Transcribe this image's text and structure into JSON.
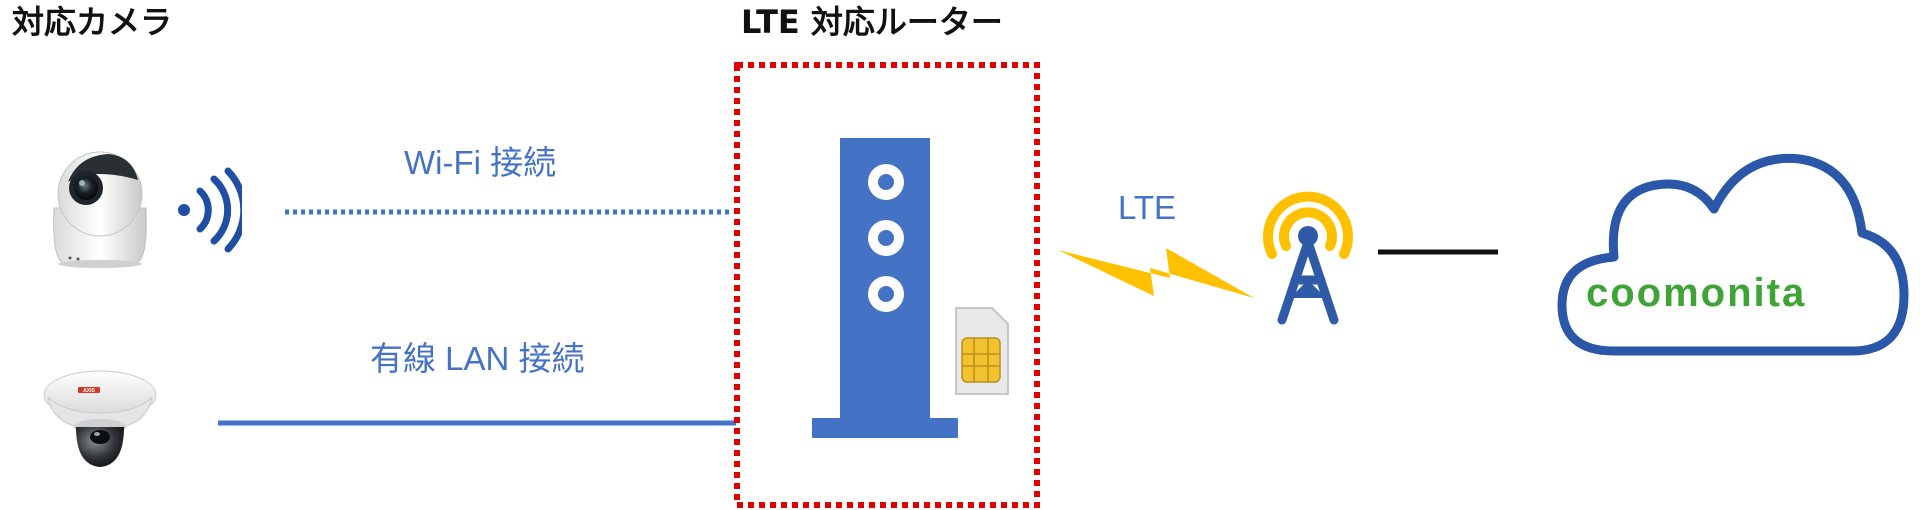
{
  "headings": {
    "cameras": "対応カメラ",
    "router": "LTE 対応ルーター"
  },
  "connections": {
    "wifi_label": "Wi-Fi 接続",
    "wired_label": "有線 LAN 接続",
    "lte_label": "LTE"
  },
  "cloud": {
    "brand": "coomonita"
  },
  "camera2_logo": "AXIS",
  "colors": {
    "link_blue": "#4472c4",
    "router_blue": "#4472c4",
    "frame_red": "#e00000",
    "lte_yellow": "#ffc000",
    "tower_blue": "#2f5aa8",
    "cloud_blue": "#2a57a8",
    "brand_green": "#3fa336",
    "sim_gold": "#f2c230"
  },
  "icons": [
    "dome-camera-icon",
    "ptz-camera-icon",
    "wifi-signal-icon",
    "router-icon",
    "sim-card-icon",
    "lightning-icon",
    "antenna-tower-icon",
    "cloud-icon"
  ]
}
